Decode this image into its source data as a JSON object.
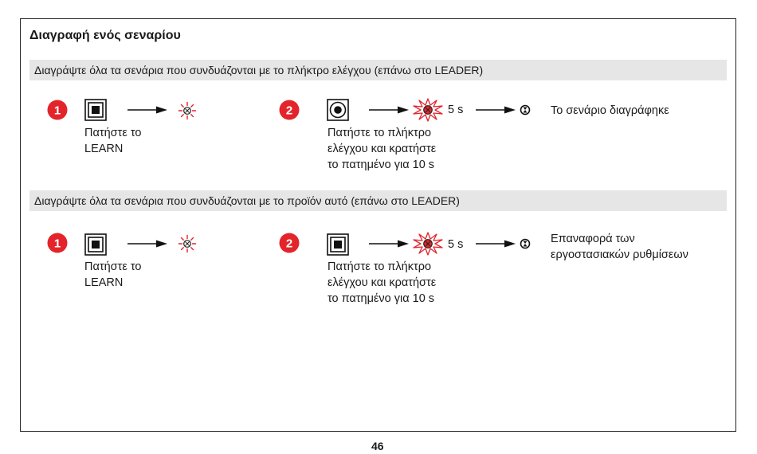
{
  "title": "Διαγραφή ενός σεναρίου",
  "sections": [
    {
      "heading": "Διαγράψτε όλα τα σενάρια που συνδυάζονται με το πλήκτρο ελέγχου (επάνω στο LEADER)",
      "step1": {
        "number": "1",
        "line1": "Πατήστε το",
        "line2": "LEARN"
      },
      "step2": {
        "number": "2",
        "line1": "Πατήστε το πλήκτρο",
        "line2": "ελέγχου και κρατήστε",
        "line3": "το πατημένο για 10 s"
      },
      "duration": "5 s",
      "result_line1": "Το σενάριο διαγράφηκε",
      "result_line2": ""
    },
    {
      "heading": "Διαγράψτε όλα τα σενάρια που συνδυάζονται με το προϊόν αυτό (επάνω στο LEADER)",
      "step1": {
        "number": "1",
        "line1": "Πατήστε το",
        "line2": "LEARN"
      },
      "step2": {
        "number": "2",
        "line1": "Πατήστε το πλήκτρο",
        "line2": "ελέγχου και κρατήστε",
        "line3": "το πατημένο για 10 s"
      },
      "duration": "5 s",
      "result_line1": "Επαναφορά των",
      "result_line2": "εργοστασιακών ρυθμίσεων"
    }
  ],
  "page_number": "46",
  "colors": {
    "accent": "#e3242b",
    "band": "#e6e6e6",
    "text": "#1a1a1a"
  },
  "icons": [
    "step-number-badge",
    "learn-button-icon",
    "round-control-button-icon",
    "arrow-icon",
    "blinking-led-icon",
    "fast-blinking-led-icon",
    "led-off-icon"
  ]
}
